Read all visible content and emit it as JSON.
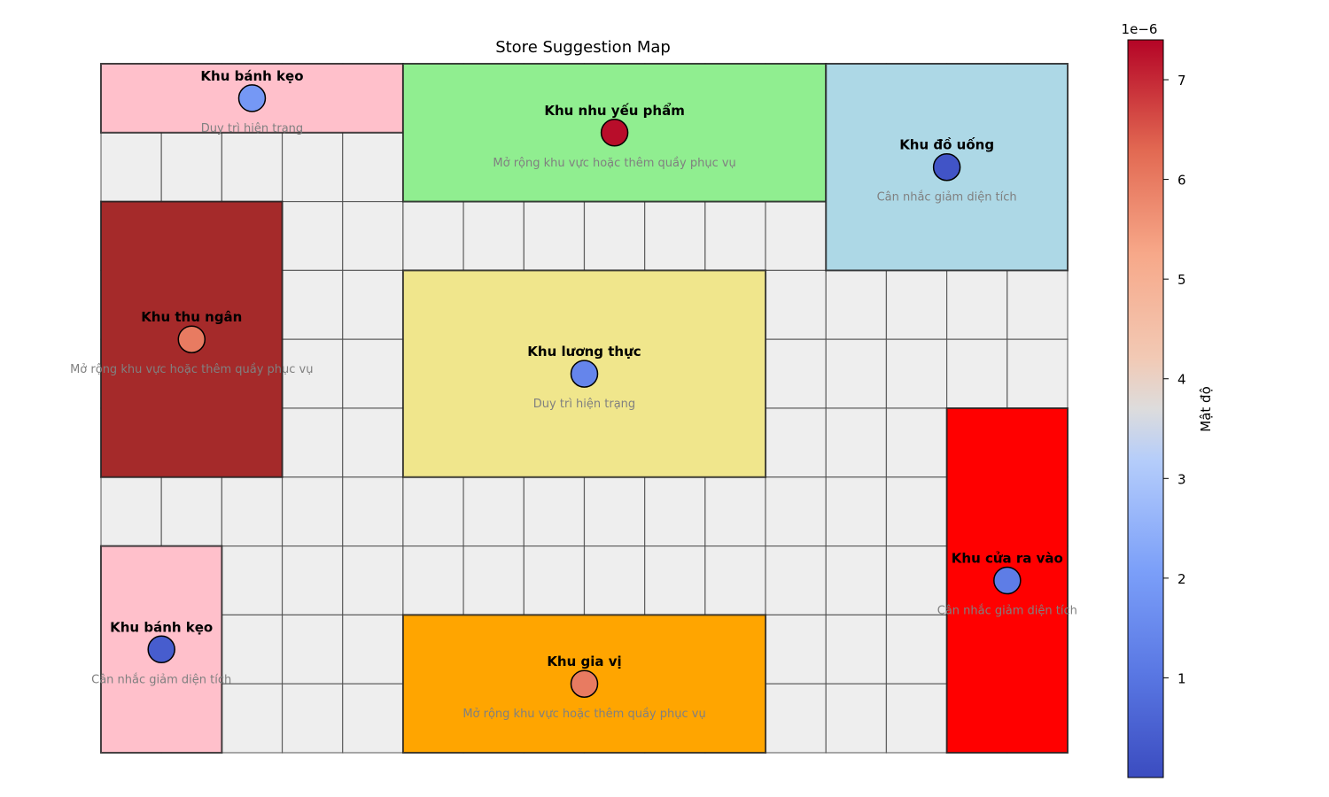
{
  "chart_data": {
    "type": "heatmap",
    "title": "Store Suggestion Map",
    "grid": true,
    "grid_cols": 16,
    "grid_rows": 10,
    "colorbar": {
      "label": "Mật độ",
      "exponent_label": "1e−6",
      "scale": 1e-06,
      "min": 0.0,
      "max": 7.4,
      "ticks": [
        1,
        2,
        3,
        4,
        5,
        6,
        7
      ],
      "colormap": "coolwarm"
    },
    "zones": [
      {
        "name": "Khu bánh kẹo",
        "suggestion": "Duy trì hiện trạng",
        "fill": "#ffc0cb",
        "col": 0,
        "row": 0,
        "cols": 5,
        "rows": 1,
        "density": 1.9
      },
      {
        "name": "Khu nhu yếu phẩm",
        "suggestion": "Mở rộng khu vực hoặc thêm quầy phục vụ",
        "fill": "#90ee90",
        "col": 5,
        "row": 0,
        "cols": 7,
        "rows": 2,
        "density": 7.3
      },
      {
        "name": "Khu đồ uống",
        "suggestion": "Cân nhắc giảm diện tích",
        "fill": "#add8e6",
        "col": 12,
        "row": 0,
        "cols": 4,
        "rows": 3,
        "density": 0.2
      },
      {
        "name": "Khu thu ngân",
        "suggestion": "Mở rộng khu vực hoặc thêm quầy phục vụ",
        "fill": "#a52a2a",
        "col": 0,
        "row": 2,
        "cols": 3,
        "rows": 4,
        "density": 6.0
      },
      {
        "name": "Khu lương thực",
        "suggestion": "Duy trì hiện trạng",
        "fill": "#f0e68c",
        "col": 5,
        "row": 3,
        "cols": 6,
        "rows": 3,
        "density": 1.4
      },
      {
        "name": "Khu cửa ra vào",
        "suggestion": "Cân nhắc giảm diện tích",
        "fill": "#ff0000",
        "col": 14,
        "row": 5,
        "cols": 2,
        "rows": 5,
        "density": 1.2
      },
      {
        "name": "Khu bánh kẹo",
        "suggestion": "Cân nhắc giảm diện tích",
        "fill": "#ffc0cb",
        "col": 0,
        "row": 7,
        "cols": 2,
        "rows": 3,
        "density": 0.4
      },
      {
        "name": "Khu gia vị",
        "suggestion": "Mở rộng khu vực hoặc thêm quầy phục vụ",
        "fill": "#ffa500",
        "col": 5,
        "row": 8,
        "cols": 6,
        "rows": 2,
        "density": 6.0
      }
    ]
  }
}
